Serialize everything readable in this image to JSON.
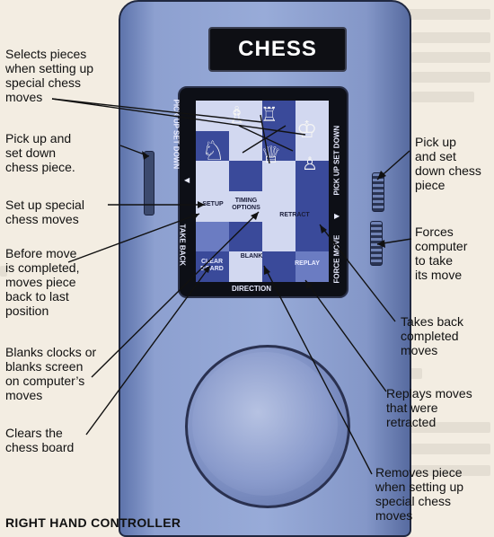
{
  "device": {
    "title": "CHESS",
    "side_left_top": "PICK UP SET DOWN",
    "side_left_bottom": "TAKE BACK",
    "side_right_top": "PICK UP SET DOWN",
    "side_right_bottom": "FORCE MOVE",
    "bottom_label": "DIRECTION",
    "buttons": {
      "setup": "SETUP",
      "timing": "TIMING OPTIONS",
      "retract": "RETRACT",
      "clear": "CLEAR BOARD",
      "blank": "BLANK",
      "replay": "REPLAY"
    }
  },
  "labels": {
    "selects_pieces": "Selects pieces\nwhen setting up\nspecial chess\nmoves",
    "pick_up_left": "Pick up and\nset down\nchess piece.",
    "setup_special": "Set up special\nchess moves",
    "before_move": "Before move\nis completed,\nmoves piece\nback to last\nposition",
    "blanks_clocks": "Blanks clocks or\nblanks screen\non computer’s\nmoves",
    "clears": "Clears the\nchess board",
    "pick_up_right": "Pick up\nand set\ndown chess\npiece",
    "forces": "Forces\ncomputer\nto take\nits move",
    "takes_back": "Takes back\ncompleted\nmoves",
    "replays": "Replays moves\nthat were\nretracted",
    "removes": "Removes piece\nwhen setting up\nspecial chess\nmoves"
  },
  "caption": "RIGHT HAND CONTROLLER",
  "colors": {
    "device_body": "#8da0d0",
    "screen_dark": "#3a4a9a",
    "screen_light": "#d2d8f0",
    "title_plate": "#0e0f14"
  },
  "icons": [
    "bishop-icon",
    "rook-icon",
    "king-icon",
    "knight-icon",
    "queen-icon",
    "pawn-icon"
  ]
}
